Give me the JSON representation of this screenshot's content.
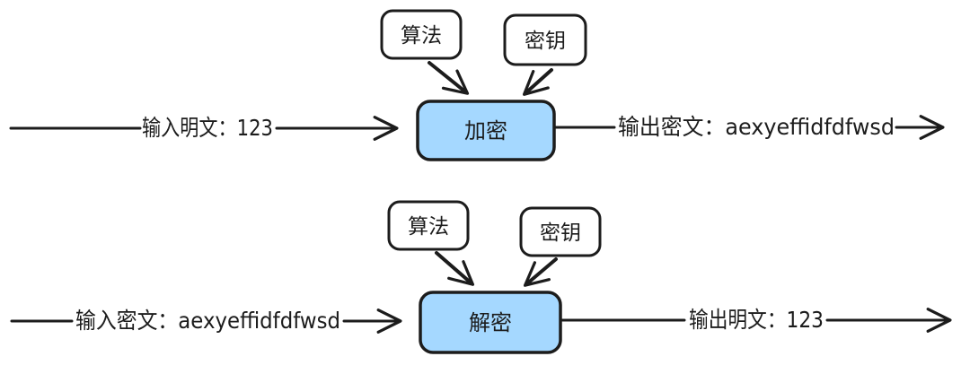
{
  "colors": {
    "process_fill": "#a5d8ff",
    "stroke": "#1c1c1c",
    "io_box_fill": "#ffffff"
  },
  "encrypt": {
    "algorithm_label": "算法",
    "key_label": "密钥",
    "process_label": "加密",
    "input_text": "输入明文：123",
    "output_text": "输出密文：aexyeffidfdfwsd"
  },
  "decrypt": {
    "algorithm_label": "算法",
    "key_label": "密钥",
    "process_label": "解密",
    "input_text": "输入密文：aexyeffidfdfwsd",
    "output_text": "输出明文：123"
  }
}
